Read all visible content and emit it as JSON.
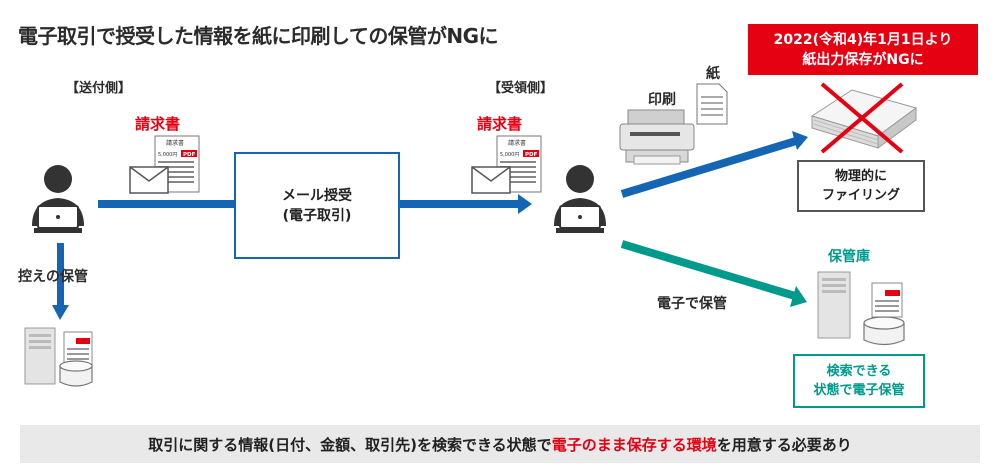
{
  "title": "電子取引で授受した情報を紙に印刷しての保管がNGに",
  "sender": {
    "label": "【送付側】",
    "document": "請求書",
    "backup_label": "控えの保管"
  },
  "receiver": {
    "label": "【受領側】",
    "document": "請求書"
  },
  "doc_thumb": {
    "heading": "請求書",
    "amount": "5,000円",
    "badge": "PDF"
  },
  "channel": {
    "line1": "メール授受",
    "line2": "(電子取引)"
  },
  "print_label": "印刷",
  "paper_label": "紙",
  "notice": {
    "line1": "2022(令和4)年1月1日より",
    "line2": "紙出力保存がNGに"
  },
  "physical_filing": {
    "line1": "物理的に",
    "line2": "ファイリング"
  },
  "storage_label": "保管庫",
  "electronic_label": "電子で保管",
  "searchable": {
    "line1": "検索できる",
    "line2": "状態で電子保管"
  },
  "footer": {
    "part1": "取引に関する情報(日付、金額、取引先)を検索できる状態で",
    "highlight": "電子のまま保存する環境",
    "part2": "を用意する必要あり"
  },
  "colors": {
    "blue": "#1565b5",
    "teal": "#009a8c",
    "red": "#e50012",
    "dark": "#2b2b2b"
  }
}
